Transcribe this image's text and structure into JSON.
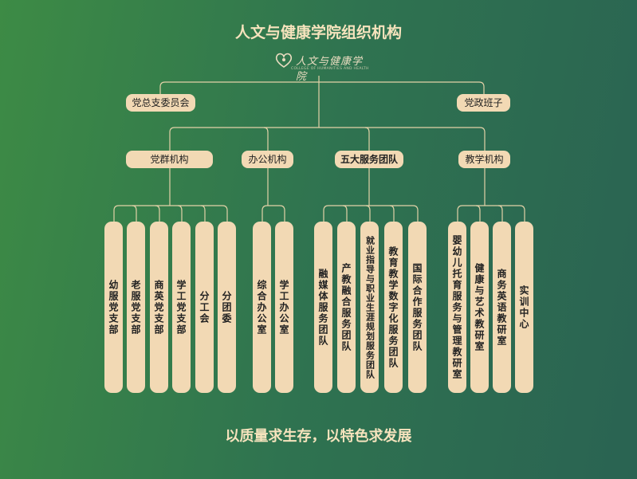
{
  "title": "人文与健康学院组织机构",
  "logo": {
    "cn": "人文与健康学院",
    "en": "COLLEGE OF HUMANITIES AND HEALTH"
  },
  "top_level": [
    "党总支委员会",
    "党政班子"
  ],
  "groups": [
    {
      "label": "党群机构",
      "children": [
        "幼服党支部",
        "老服党支部",
        "商英党支部",
        "学工党支部",
        "分工会",
        "分团委"
      ]
    },
    {
      "label": "办公机构",
      "children": [
        "综合办公室",
        "学工办公室"
      ]
    },
    {
      "label": "五大服务团队",
      "children": [
        "融媒体服务团队",
        "产教融合服务团队",
        "就业指导与职业生涯规划服务团队",
        "教育教学数字化服务团队",
        "国际合作服务团队"
      ]
    },
    {
      "label": "教学机构",
      "children": [
        "婴幼儿托育服务与管理教研室",
        "健康与艺术教研室",
        "商务英语教研室",
        "实训中心"
      ]
    }
  ],
  "slogan": "以质量求生存，以特色求发展",
  "colors": {
    "pill": "#f2d9b4",
    "line": "#e3d2a8",
    "text_accent": "#f6e3bd"
  }
}
